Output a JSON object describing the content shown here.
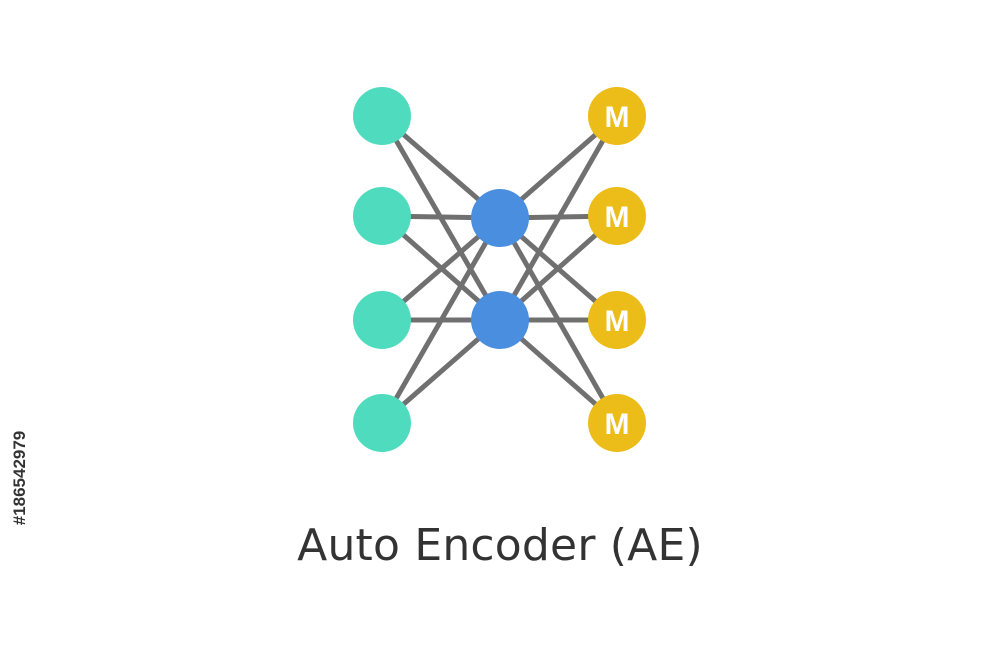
{
  "diagram": {
    "title": "Auto Encoder (AE)",
    "watermark_id": "#186542979",
    "colors": {
      "input": "#4fdcbe",
      "hidden": "#4a8ee0",
      "output": "#ecbc18",
      "edge": "#707070"
    },
    "layers": [
      {
        "name": "input",
        "count": 4,
        "label": ""
      },
      {
        "name": "hidden",
        "count": 2,
        "label": ""
      },
      {
        "name": "output",
        "count": 4,
        "label": "M"
      }
    ],
    "edges": {
      "input_to_hidden": "fully-connected",
      "hidden_to_output": "fully-connected"
    }
  }
}
